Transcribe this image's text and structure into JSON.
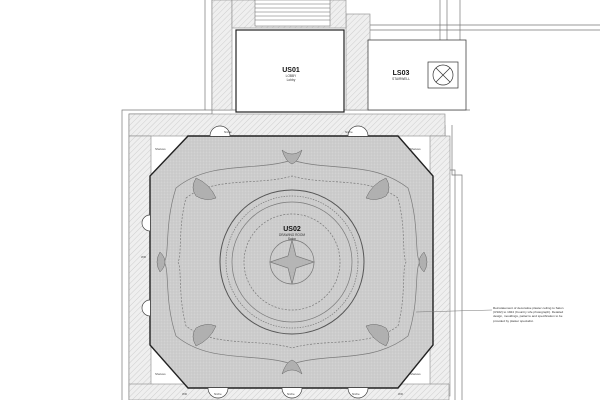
{
  "rooms": [
    {
      "code": "US01",
      "name": "LOBBY",
      "sub": "Lobby"
    },
    {
      "code": "US02",
      "name": "DRAWING ROOM",
      "sub": "Salon"
    },
    {
      "code": "LS03",
      "name": "STAIRWELL",
      "sub": ""
    }
  ],
  "labels": {
    "niche": "Niche",
    "shelves": "Shelves",
    "window": "WD"
  },
  "annotation": "Reinstatement of decorative plaster ceiling to Salon (US02) to 1924 (Country Life photograph). Detailed design, mouldings, patterns and specification to be provided by plaster specialist.",
  "colors": {
    "wall_hatch": "#d6d6d6",
    "ceiling_fill": "#cfcfcf",
    "line": "#555555"
  }
}
